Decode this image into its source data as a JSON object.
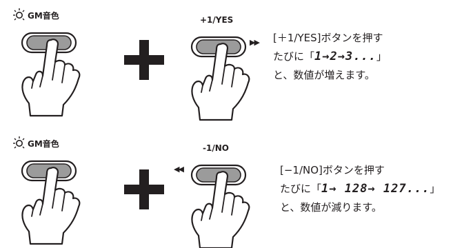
{
  "row1": {
    "gm_label": "GM音色",
    "button_label": "+1/YES",
    "arrows": "▶▶",
    "desc_line1": "[＋1/YES]ボタンを押す",
    "desc_line2_pre": "たびに「",
    "desc_line2_seq": "1→2→3...",
    "desc_line2_post": "」",
    "desc_line3": "と、数値が増えます。"
  },
  "row2": {
    "gm_label": "GM音色",
    "button_label": "-1/NO",
    "arrows": "◀◀",
    "desc_line1": "[−1/NO]ボタンを押す",
    "desc_line2_pre": "たびに「",
    "desc_line2_seq": "1→ 128→ 127...",
    "desc_line2_post": "」",
    "desc_line3": "と、数値が減ります。"
  }
}
